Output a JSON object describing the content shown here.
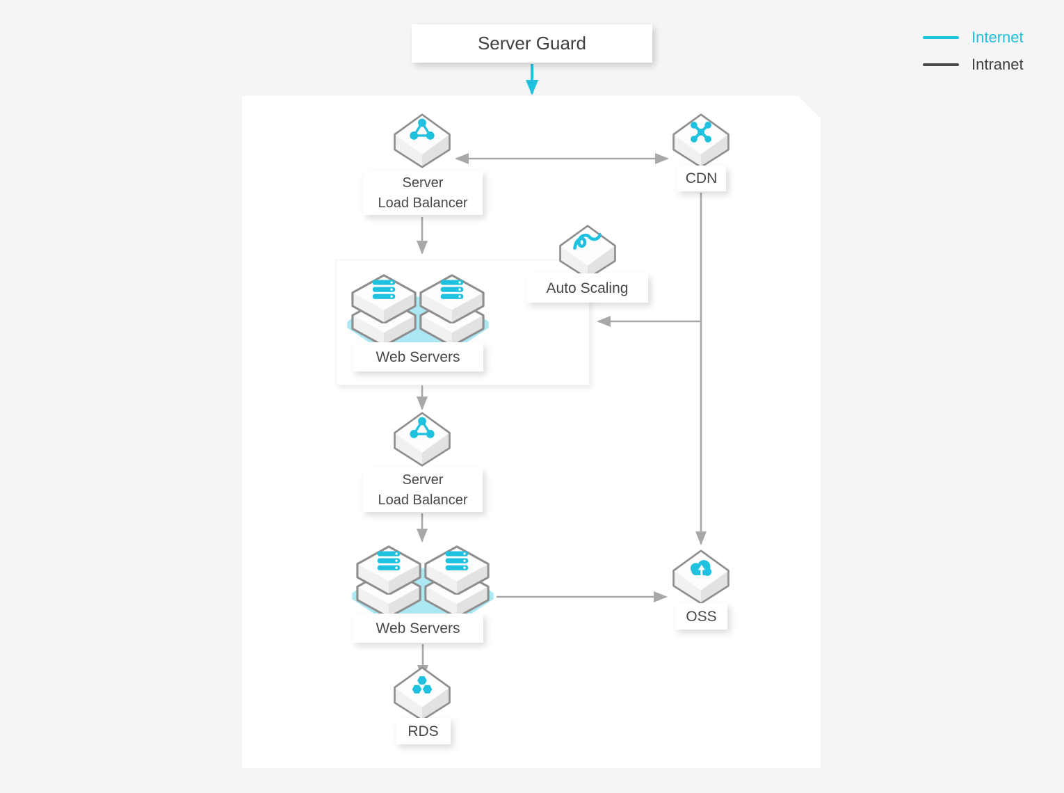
{
  "diagram": {
    "title": "Server Guard",
    "legend": {
      "items": [
        {
          "label": "Internet",
          "color": "#1fc2de"
        },
        {
          "label": "Intranet",
          "color": "#474747"
        }
      ]
    },
    "nodes": {
      "slb_top": {
        "label_line1": "Server",
        "label_line2": "Load Balancer",
        "icon": "load-balancer-icon"
      },
      "cdn": {
        "label": "CDN",
        "icon": "cdn-icon"
      },
      "auto_scaling": {
        "label": "Auto Scaling",
        "icon": "auto-scaling-icon"
      },
      "web_servers_top": {
        "label": "Web Servers",
        "icon": "web-servers-icon"
      },
      "slb_bottom": {
        "label_line1": "Server",
        "label_line2": "Load Balancer",
        "icon": "load-balancer-icon"
      },
      "web_servers_bottom": {
        "label": "Web Servers",
        "icon": "web-servers-icon"
      },
      "oss": {
        "label": "OSS",
        "icon": "oss-icon"
      },
      "rds": {
        "label": "RDS",
        "icon": "rds-icon"
      }
    },
    "connections": [
      {
        "from": "server_guard",
        "to": "panel",
        "type": "internet"
      },
      {
        "from": "slb_top",
        "to": "cdn",
        "type": "intranet",
        "bidirectional": true
      },
      {
        "from": "slb_top",
        "to": "web_servers_top",
        "type": "intranet"
      },
      {
        "from": "cdn",
        "to": "oss",
        "type": "intranet"
      },
      {
        "from": "cdn",
        "to": "web_servers_top",
        "type": "intranet"
      },
      {
        "from": "web_servers_top",
        "to": "slb_bottom",
        "type": "intranet"
      },
      {
        "from": "slb_bottom",
        "to": "web_servers_bottom",
        "type": "intranet"
      },
      {
        "from": "web_servers_bottom",
        "to": "oss",
        "type": "intranet"
      },
      {
        "from": "web_servers_bottom",
        "to": "rds",
        "type": "intranet"
      }
    ],
    "colors": {
      "accent": "#1fc2de",
      "blob": "#ace8f4",
      "line_gray": "#a8a8a8",
      "text": "#474747",
      "node_stroke": "#8e8e8e",
      "background": "#f5f5f6",
      "panel": "#ffffff"
    }
  }
}
